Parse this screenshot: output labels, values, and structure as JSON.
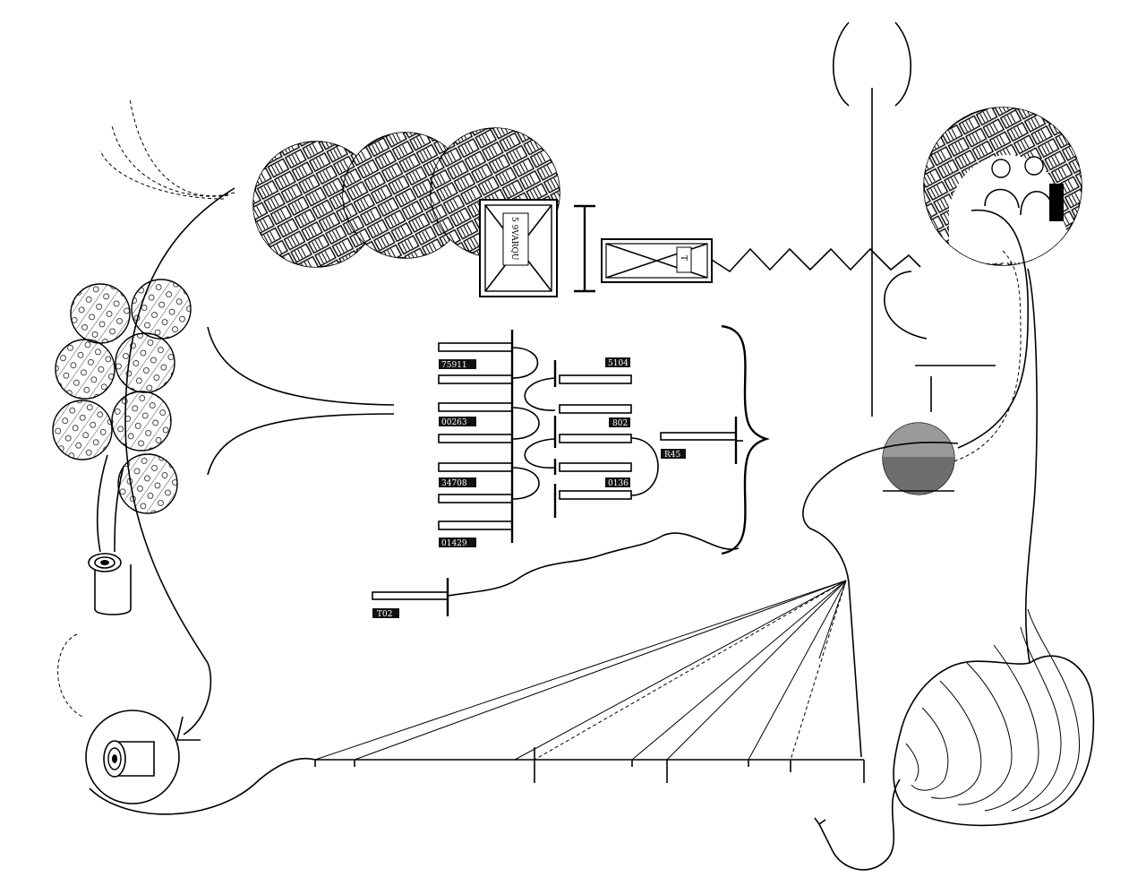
{
  "diagram": {
    "tags": {
      "t1": "75911",
      "t2": "5104",
      "t3": "00263",
      "t4": "802",
      "t5": "R45",
      "t6": "34708",
      "t7": "0136",
      "t8": "01429",
      "t9": "T02"
    },
    "crate_large_text": "5 9VARQU",
    "crate_small_text": "T",
    "colors": {
      "ink": "#000000",
      "paper": "#ffffff",
      "tag_bg": "#111111"
    }
  }
}
